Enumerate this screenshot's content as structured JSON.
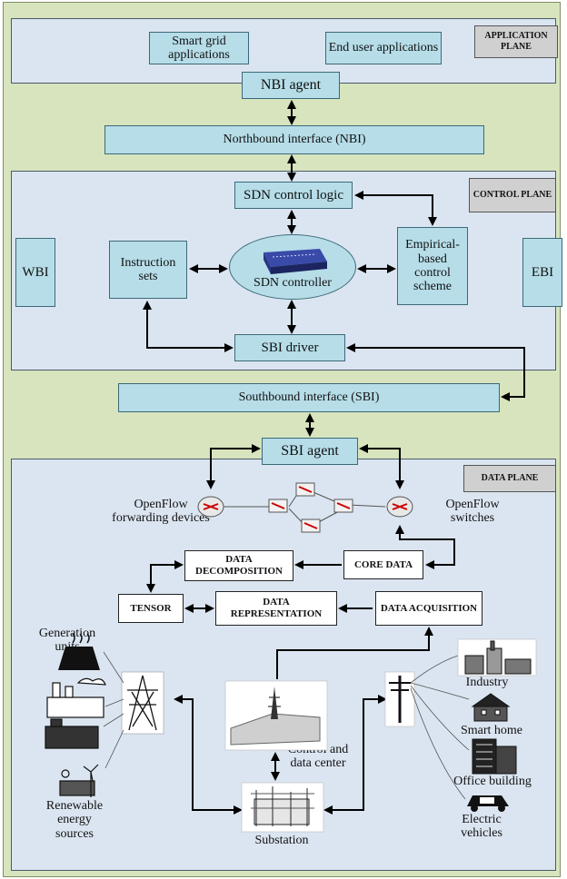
{
  "application_plane": {
    "tag": "APPLICATION PLANE",
    "smart_grid": "Smart grid applications",
    "end_user": "End user applications",
    "nbi_agent": "NBI agent"
  },
  "northbound_interface": "Northbound interface (NBI)",
  "control_plane": {
    "tag": "CONTROL PLANE",
    "sdn_control_logic": "SDN control logic",
    "sdn_controller": "SDN controller",
    "instruction_sets": "Instruction sets",
    "empirical_scheme": "Empirical-based control scheme",
    "wbi": "WBI",
    "ebi": "EBI",
    "sbi_driver": "SBI driver"
  },
  "southbound_interface": "Southbound interface (SBI)",
  "data_plane": {
    "tag": "DATA PLANE",
    "sbi_agent": "SBI agent",
    "openflow_forwarding": "OpenFlow forwarding devices",
    "openflow_switches": "OpenFlow switches",
    "data_decomposition": "DATA DECOMPOSITION",
    "core_data": "CORE DATA",
    "tensor": "TENSOR",
    "data_representation": "DATA REPRESENTATION",
    "data_acquisition": "DATA ACQUISITION",
    "generation_units": "Generation units",
    "renewable_sources": "Renewable energy sources",
    "control_center": "Control and data center",
    "substation": "Substation",
    "industry": "Industry",
    "smart_home": "Smart home",
    "office_building": "Office building",
    "electric_vehicles": "Electric vehicles"
  }
}
